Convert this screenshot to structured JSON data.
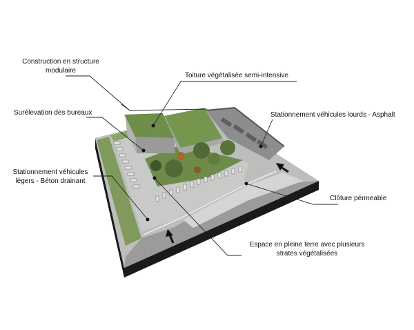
{
  "labels": {
    "construction": {
      "line1": "Construction en structure",
      "line2": "modulaire"
    },
    "toiture": "Toiture végétalisée semi-intensive",
    "surelevation": "Surélevation des bureaux",
    "stationnement_lourds": "Stationnement véhicules lourds - Asphalt",
    "stationnement_legers": {
      "line1": "Stationnement véhicules",
      "line2": "légers - Béton drainant"
    },
    "cloture": "Clôture pérmeable",
    "espace": {
      "line1": "Espace en pleine terre avec plusieurs",
      "line2": "strates végétalisées"
    }
  },
  "colors": {
    "ground_green": "#7f9a5c",
    "roof_green": "#6f8e4c",
    "paving": "#c9c9c7",
    "asphalt": "#8d8d8d",
    "edge": "#1a1a1a",
    "tree": "#4f6a34",
    "leader": "#222222"
  }
}
